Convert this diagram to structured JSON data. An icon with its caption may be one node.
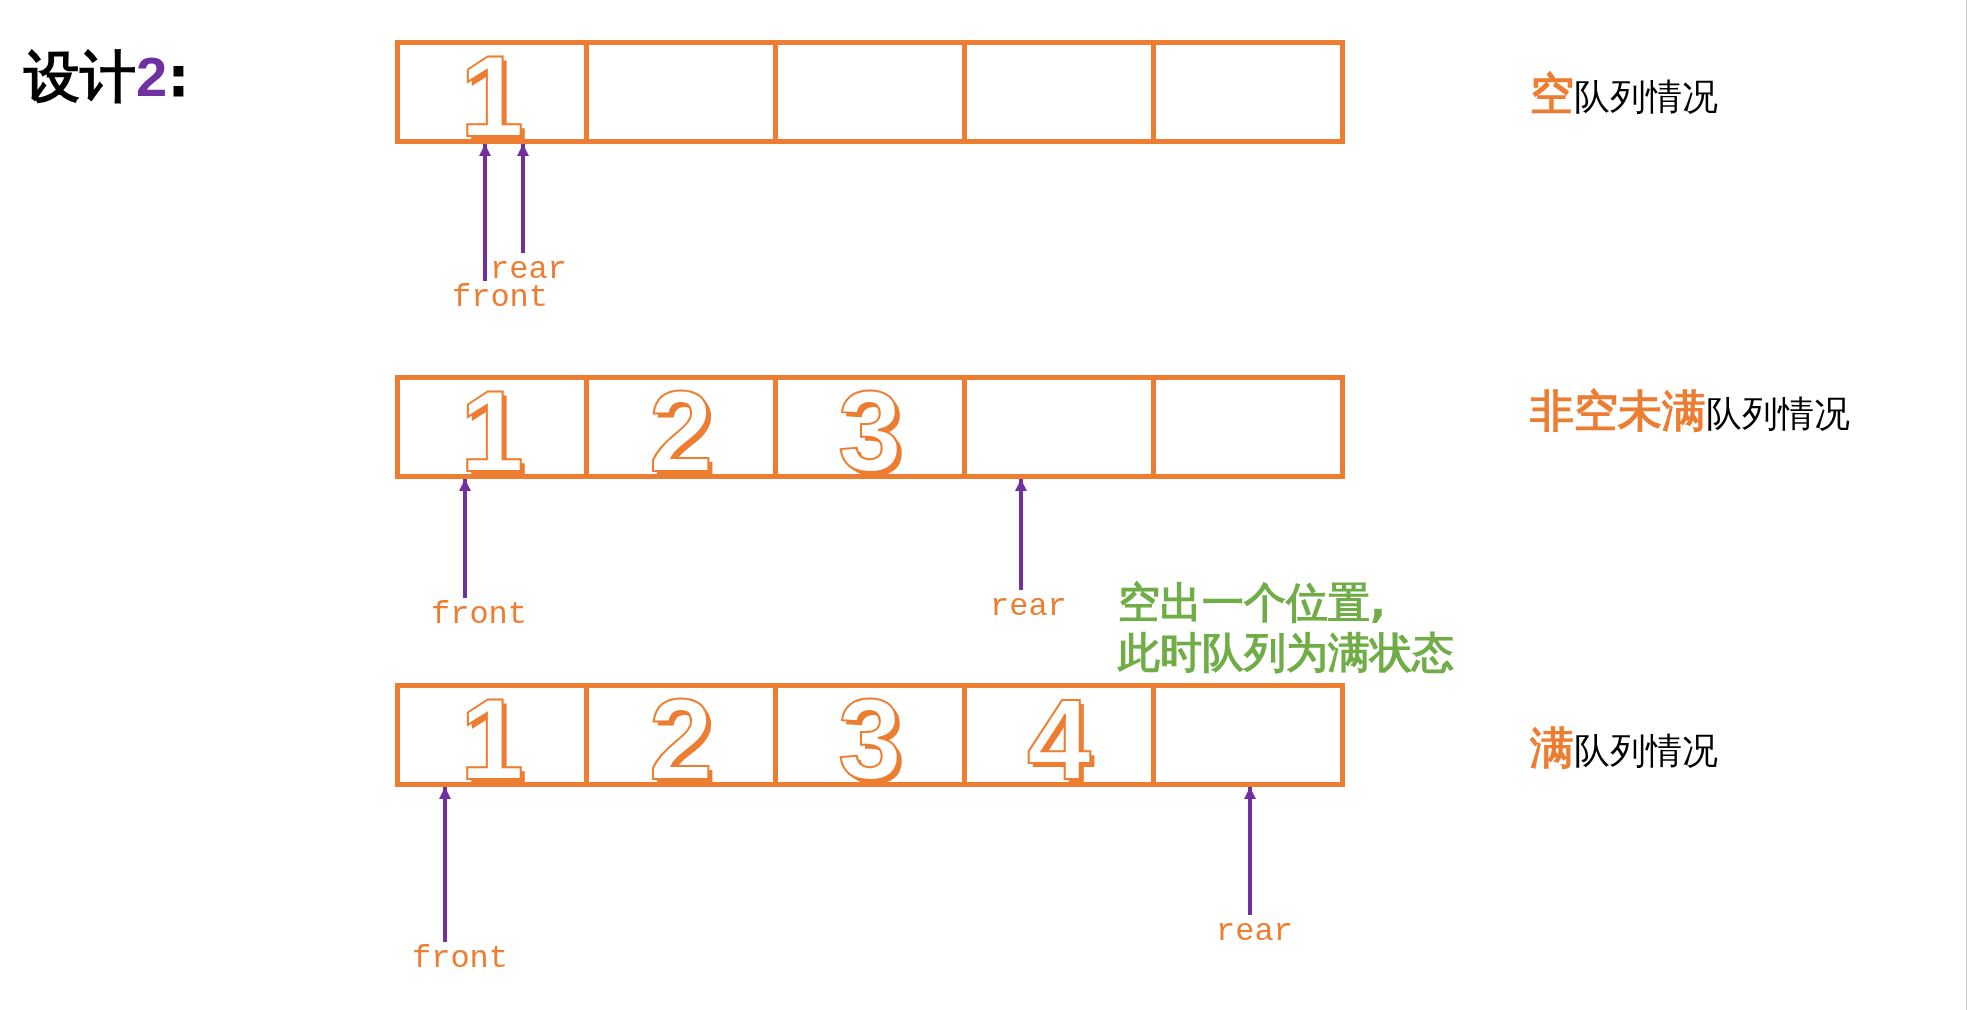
{
  "diagram": {
    "title": "设计2:",
    "nodes": [
      {
        "text": [
          "1"
        ]
      },
      {
        "text": [],
        "shape": "box"
      },
      {
        "text": [],
        "shape": "box"
      },
      {
        "text": [],
        "shape": "box"
      },
      {
        "text": [],
        "shape": "box"
      },
      {
        "text": [
          "rear"
        ]
      },
      {
        "text": [
          "front"
        ]
      },
      {
        "text": [
          "1"
        ]
      },
      {
        "text": [
          "2"
        ]
      },
      {
        "text": [
          "3"
        ]
      },
      {
        "text": [],
        "shape": "box"
      },
      {
        "text": [],
        "shape": "box"
      },
      {
        "text": [
          "front"
        ]
      },
      {
        "text": [
          "rear"
        ]
      },
      {
        "text": [
          "1"
        ]
      },
      {
        "text": [
          "2"
        ]
      },
      {
        "text": [
          "3"
        ]
      },
      {
        "text": [
          "4"
        ]
      },
      {
        "text": [],
        "shape": "box"
      },
      {
        "text": [
          "front"
        ]
      },
      {
        "text": [
          "rear"
        ]
      }
    ],
    "edges": [
      {
        "from": 5,
        "to": 0,
        "arrow": "to"
      },
      {
        "from": 6,
        "to": 0,
        "arrow": "to"
      },
      {
        "from": 12,
        "to": 7,
        "arrow": "to"
      },
      {
        "from": 13,
        "to": 10,
        "arrow": "to"
      },
      {
        "from": 19,
        "to": 14,
        "arrow": "to"
      },
      {
        "from": 20,
        "to": 18,
        "arrow": "to"
      }
    ],
    "labels": [
      "**空**队列情况",
      "**非空未满**队列情况",
      "空出一个位置,此时队列为满状态",
      "**满**队列情况"
    ]
  }
}
